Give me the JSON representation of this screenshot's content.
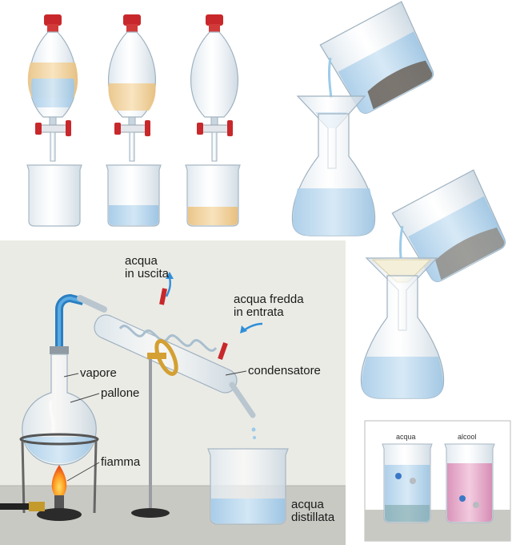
{
  "labels": {
    "acqua_in_uscita": [
      "acqua",
      "in uscita"
    ],
    "acqua_fredda_in_entrata": [
      "acqua fredda",
      "in entrata"
    ],
    "vapore": "vapore",
    "pallone": "pallone",
    "condensatore": "condensatore",
    "fiamma": "fiamma",
    "acqua_distillata": [
      "acqua",
      "distillata"
    ],
    "inset_acqua": "acqua",
    "inset_alcool": "alcool"
  },
  "colors": {
    "water": "#bcd9ef",
    "oil": "#f2d39b",
    "stopper": "#c8282b",
    "panel": "#ebebe6",
    "table": "#c9c9c4",
    "arrow": "#2f8fd8",
    "clamp": "#d4a033",
    "alcohol": "#e6a9c8",
    "inset_bg": "#ffffff"
  }
}
